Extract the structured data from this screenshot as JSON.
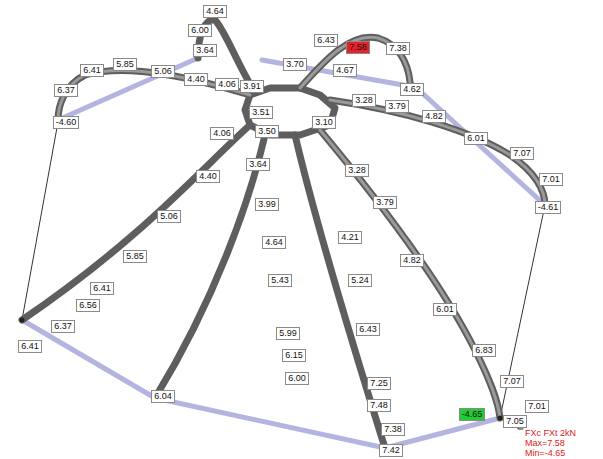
{
  "diagram": {
    "nodes": [
      {
        "text": [
          "4.64"
        ]
      },
      {
        "text": [
          "6.00"
        ]
      },
      {
        "text": [
          "3.64"
        ]
      },
      {
        "text": [
          "6.43"
        ]
      },
      {
        "text": [
          "7.58"
        ]
      },
      {
        "text": [
          "7.38"
        ]
      },
      {
        "text": [
          "3.70"
        ]
      },
      {
        "text": [
          "4.67"
        ]
      },
      {
        "text": [
          "5.85"
        ]
      },
      {
        "text": [
          "5.06"
        ]
      },
      {
        "text": [
          "4.40"
        ]
      },
      {
        "text": [
          "4.06"
        ]
      },
      {
        "text": [
          "3.91"
        ]
      },
      {
        "text": [
          "6.41"
        ]
      },
      {
        "text": [
          "6.37"
        ]
      },
      {
        "text": [
          "-4.60"
        ]
      },
      {
        "text": [
          "4.62"
        ]
      },
      {
        "text": [
          "3.28"
        ]
      },
      {
        "text": [
          "3.79"
        ]
      },
      {
        "text": [
          "3.51"
        ]
      },
      {
        "text": [
          "3.10"
        ]
      },
      {
        "text": [
          "4.82"
        ]
      },
      {
        "text": [
          "3.50"
        ]
      },
      {
        "text": [
          "4.06"
        ]
      },
      {
        "text": [
          "6.01"
        ]
      },
      {
        "text": [
          "7.07"
        ]
      },
      {
        "text": [
          "3.64"
        ]
      },
      {
        "text": [
          "3.28"
        ]
      },
      {
        "text": [
          "7.01"
        ]
      },
      {
        "text": [
          "-4.61"
        ]
      },
      {
        "text": [
          "4.40"
        ]
      },
      {
        "text": [
          "3.99"
        ]
      },
      {
        "text": [
          "3.79"
        ]
      },
      {
        "text": [
          "5.06"
        ]
      },
      {
        "text": [
          "4.64"
        ]
      },
      {
        "text": [
          "4.21"
        ]
      },
      {
        "text": [
          "4.82"
        ]
      },
      {
        "text": [
          "5.85"
        ]
      },
      {
        "text": [
          "5.43"
        ]
      },
      {
        "text": [
          "5.24"
        ]
      },
      {
        "text": [
          "6.41"
        ]
      },
      {
        "text": [
          "6.56"
        ]
      },
      {
        "text": [
          "6.37"
        ]
      },
      {
        "text": [
          "6.41"
        ]
      },
      {
        "text": [
          "5.99"
        ]
      },
      {
        "text": [
          "6.01"
        ]
      },
      {
        "text": [
          "6.43"
        ]
      },
      {
        "text": [
          "6.15"
        ]
      },
      {
        "text": [
          "6.83"
        ]
      },
      {
        "text": [
          "6.00"
        ]
      },
      {
        "text": [
          "7.25"
        ]
      },
      {
        "text": [
          "7.07"
        ]
      },
      {
        "text": [
          "6.04"
        ]
      },
      {
        "text": [
          "7.48"
        ]
      },
      {
        "text": [
          "7.01"
        ]
      },
      {
        "text": [
          "-4.65"
        ]
      },
      {
        "text": [
          "7.05"
        ]
      },
      {
        "text": [
          "7.38"
        ]
      },
      {
        "text": [
          "7.42"
        ]
      }
    ],
    "labels": [
      "FXc FXt 2kN",
      "Max=7.58",
      "Min=-4.65"
    ]
  }
}
